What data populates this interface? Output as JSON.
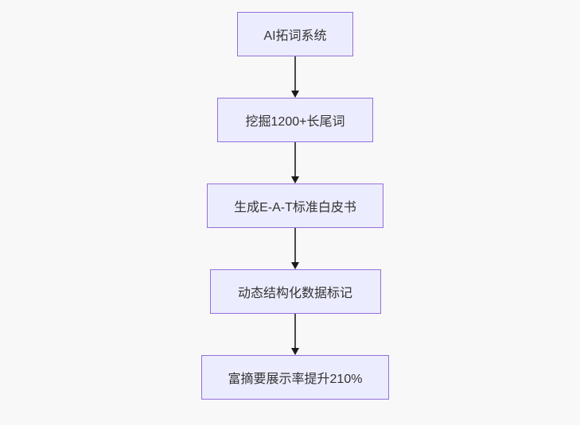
{
  "diagram": {
    "type": "flowchart",
    "direction": "top-down",
    "nodes": [
      {
        "id": "node-1",
        "label": "AI拓词系统"
      },
      {
        "id": "node-2",
        "label": "挖掘1200+长尾词"
      },
      {
        "id": "node-3",
        "label": "生成E-A-T标准白皮书"
      },
      {
        "id": "node-4",
        "label": "动态结构化数据标记"
      },
      {
        "id": "node-5",
        "label": "富摘要展示率提升210%"
      }
    ],
    "edges": [
      {
        "from": "node-1",
        "to": "node-2",
        "style": "arrow-down"
      },
      {
        "from": "node-2",
        "to": "node-3",
        "style": "arrow-down"
      },
      {
        "from": "node-3",
        "to": "node-4",
        "style": "arrow-down"
      },
      {
        "from": "node-4",
        "to": "node-5",
        "style": "arrow-down"
      }
    ],
    "colors": {
      "background": "#f8f8f8",
      "node_fill": "#ECECFF",
      "node_border": "#9370DB",
      "text": "#333333",
      "arrow_line": "#4a4a4a",
      "arrow_head": "#1a1a1a"
    }
  }
}
